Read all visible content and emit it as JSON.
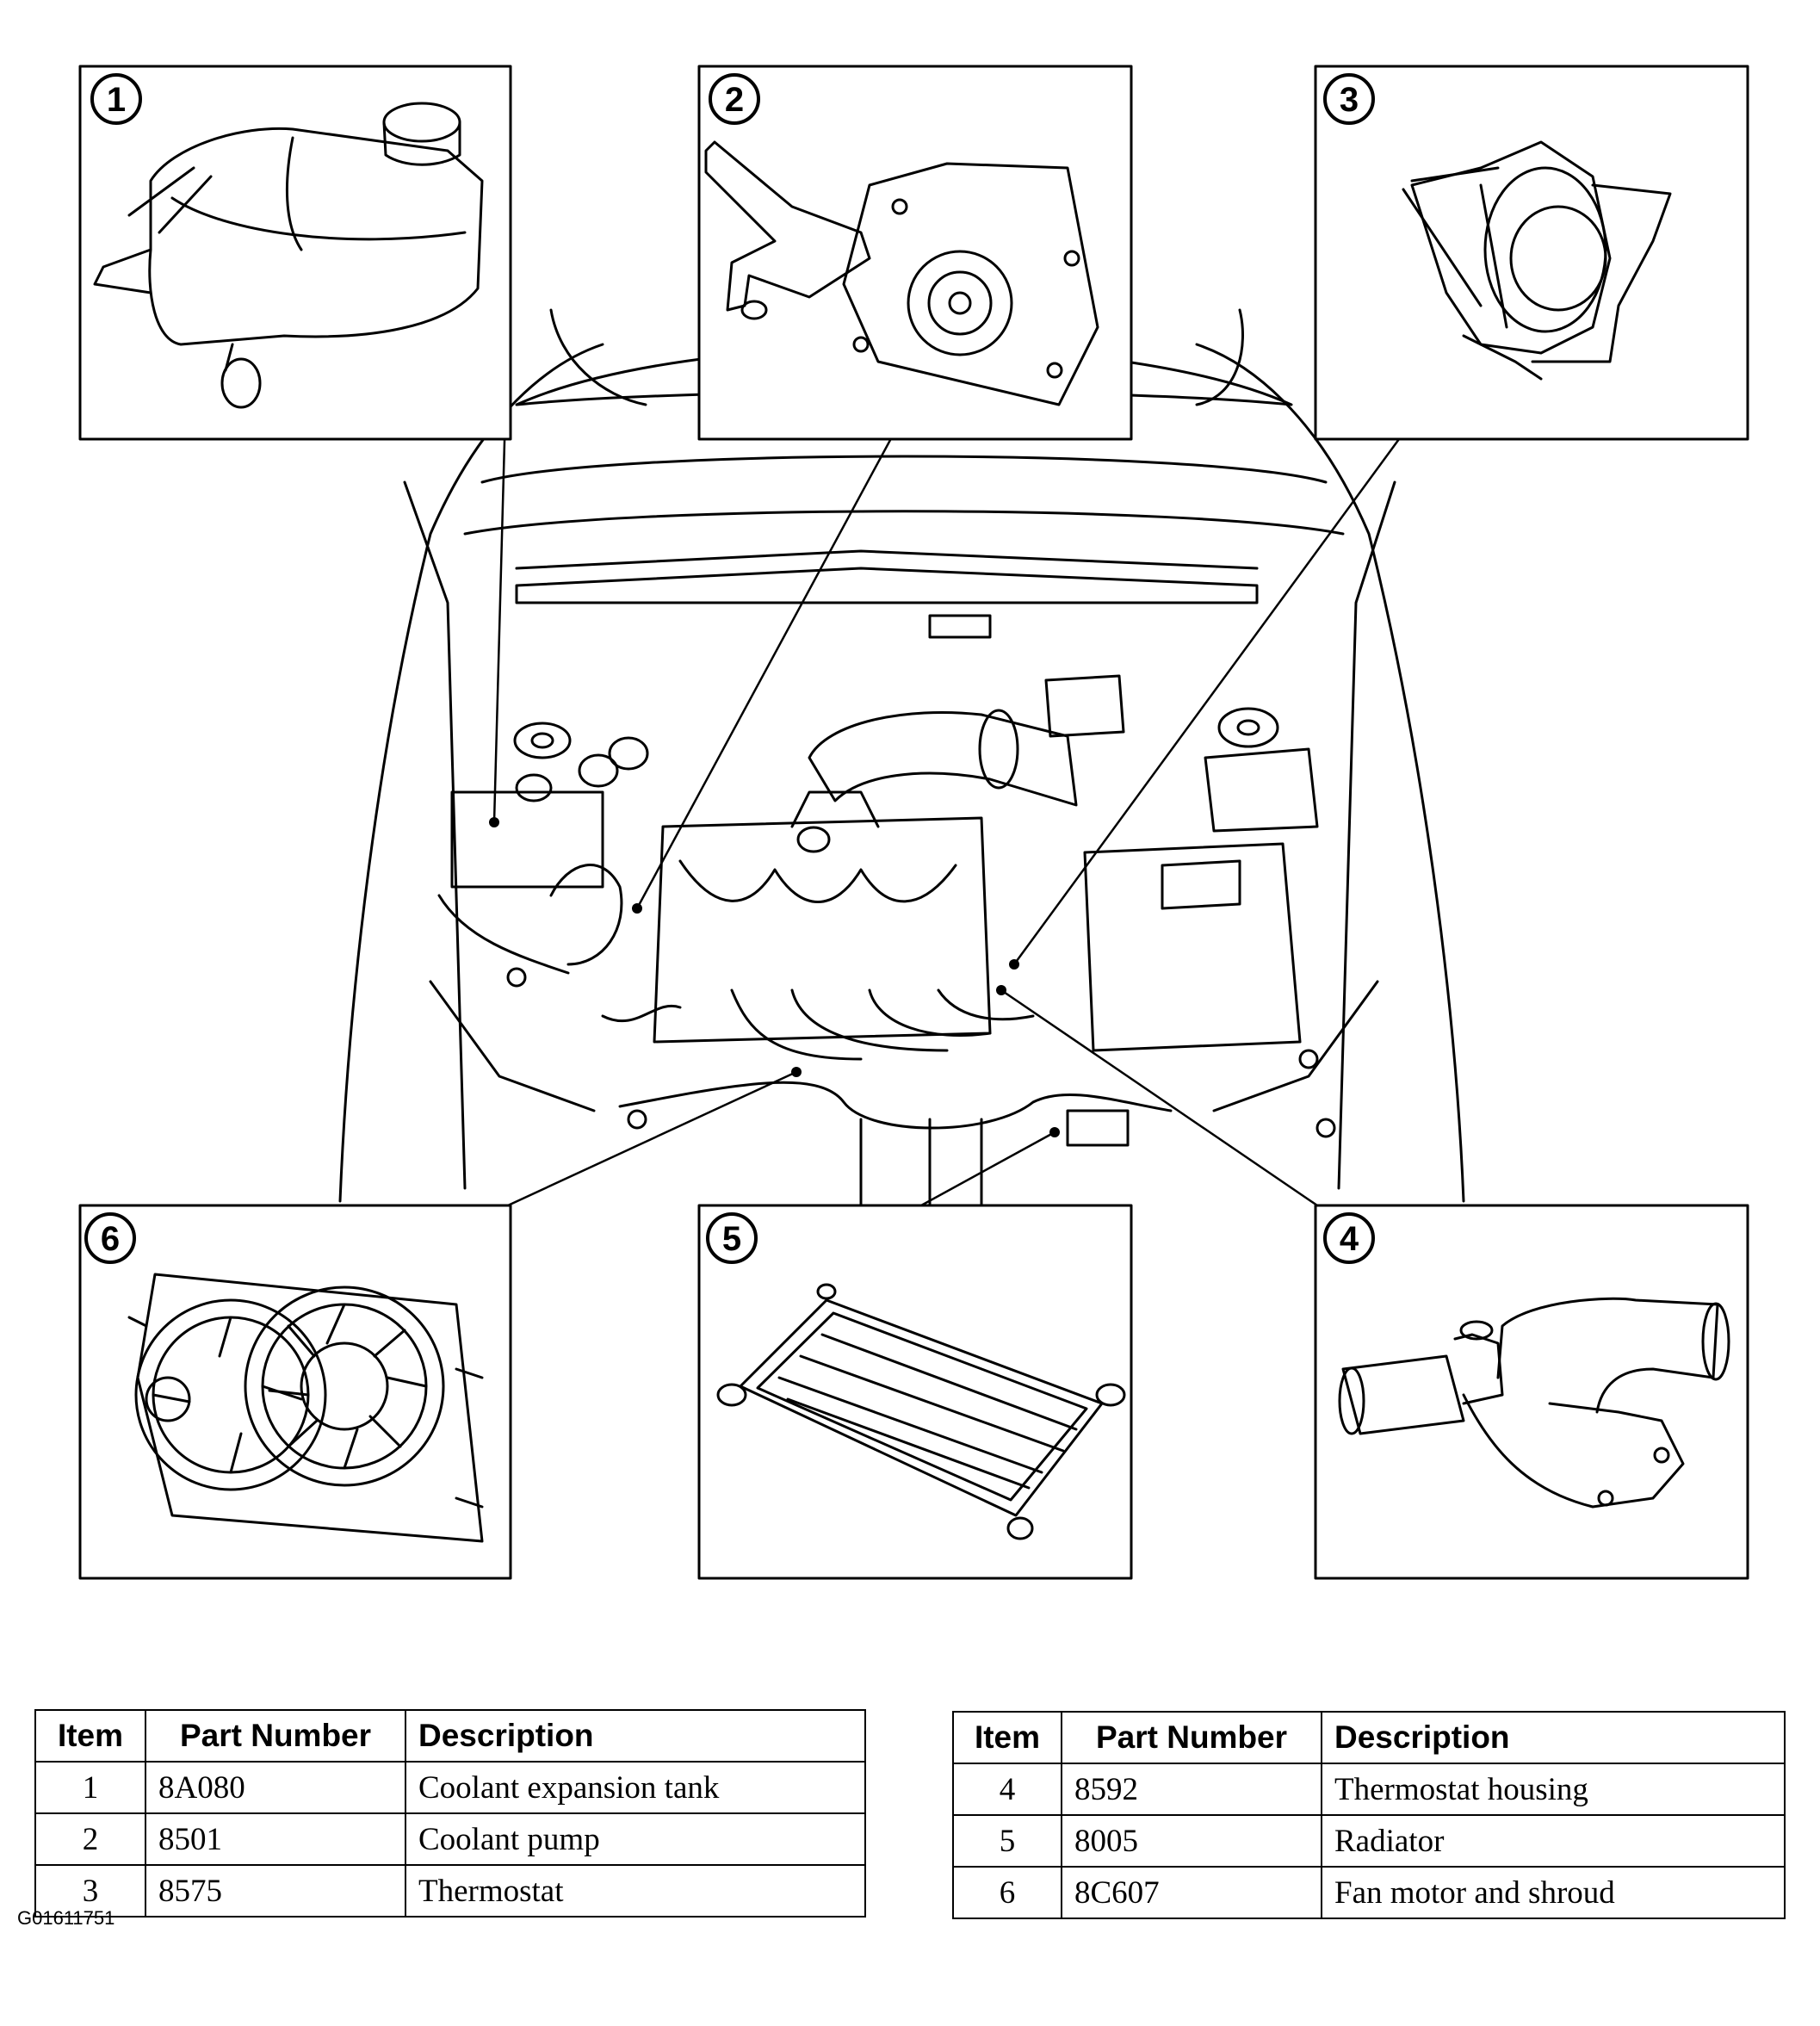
{
  "callouts": [
    "1",
    "2",
    "3",
    "4",
    "5",
    "6"
  ],
  "tables": [
    {
      "headers": [
        "Item",
        "Part Number",
        "Description"
      ],
      "rows": [
        [
          "1",
          "8A080",
          "Coolant expansion tank"
        ],
        [
          "2",
          "8501",
          "Coolant pump"
        ],
        [
          "3",
          "8575",
          "Thermostat"
        ]
      ]
    },
    {
      "headers": [
        "Item",
        "Part Number",
        "Description"
      ],
      "rows": [
        [
          "4",
          "8592",
          "Thermostat housing"
        ],
        [
          "5",
          "8005",
          "Radiator"
        ],
        [
          "6",
          "8C607",
          "Fan motor and shroud"
        ]
      ]
    }
  ],
  "figure_code": "G01611751"
}
